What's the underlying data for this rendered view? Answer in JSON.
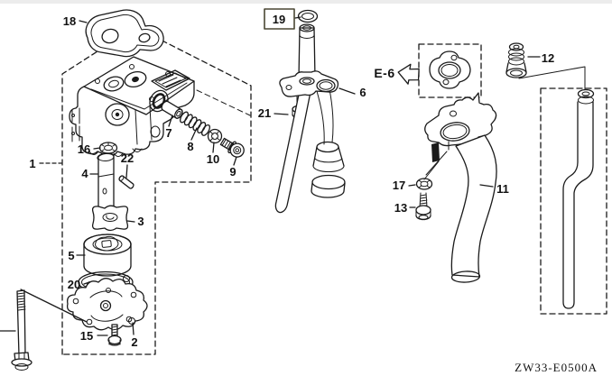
{
  "drawing_code": "ZW33-E0500A",
  "section_reference": {
    "label": "E-6"
  },
  "highlighted_callout": "19",
  "callouts": {
    "c1": "1",
    "c2": "2",
    "c3": "3",
    "c4": "4",
    "c5": "5",
    "c6": "6",
    "c7": "7",
    "c8": "8",
    "c9": "9",
    "c10": "10",
    "c11": "11",
    "c12": "12",
    "c13": "13",
    "c15": "15",
    "c16": "16",
    "c17": "17",
    "c18": "18",
    "c19": "19",
    "c20": "20",
    "c21": "21",
    "c22": "22"
  },
  "colors": {
    "line": "#1a1a1a",
    "background": "#ffffff",
    "highlight_fill": "#f1ecd9",
    "highlight_border": "#4a4733"
  }
}
